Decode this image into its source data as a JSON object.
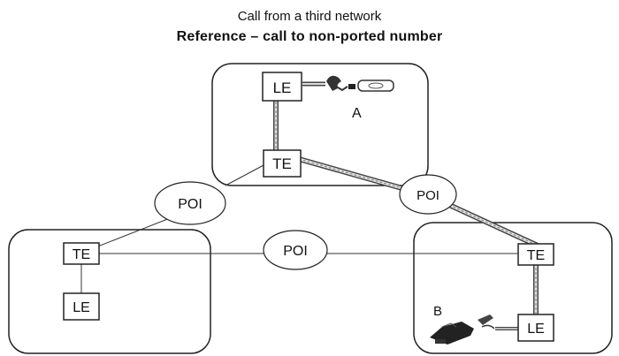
{
  "title": {
    "line1": "Call from a third network",
    "line2": "Reference – call to non-ported number"
  },
  "networks": [
    {
      "id": "top",
      "labels": {
        "le": "LE",
        "te": "TE"
      },
      "subscriber": "A"
    },
    {
      "id": "left",
      "labels": {
        "te": "TE",
        "le": "LE"
      }
    },
    {
      "id": "right",
      "labels": {
        "te": "TE",
        "le": "LE"
      },
      "subscriber": "B"
    }
  ],
  "poi_labels": {
    "left": "POI",
    "right": "POI",
    "bottom": "POI"
  },
  "icons": {
    "subscriber_a": "telephone-icon",
    "subscriber_b": "telephone-icon"
  }
}
